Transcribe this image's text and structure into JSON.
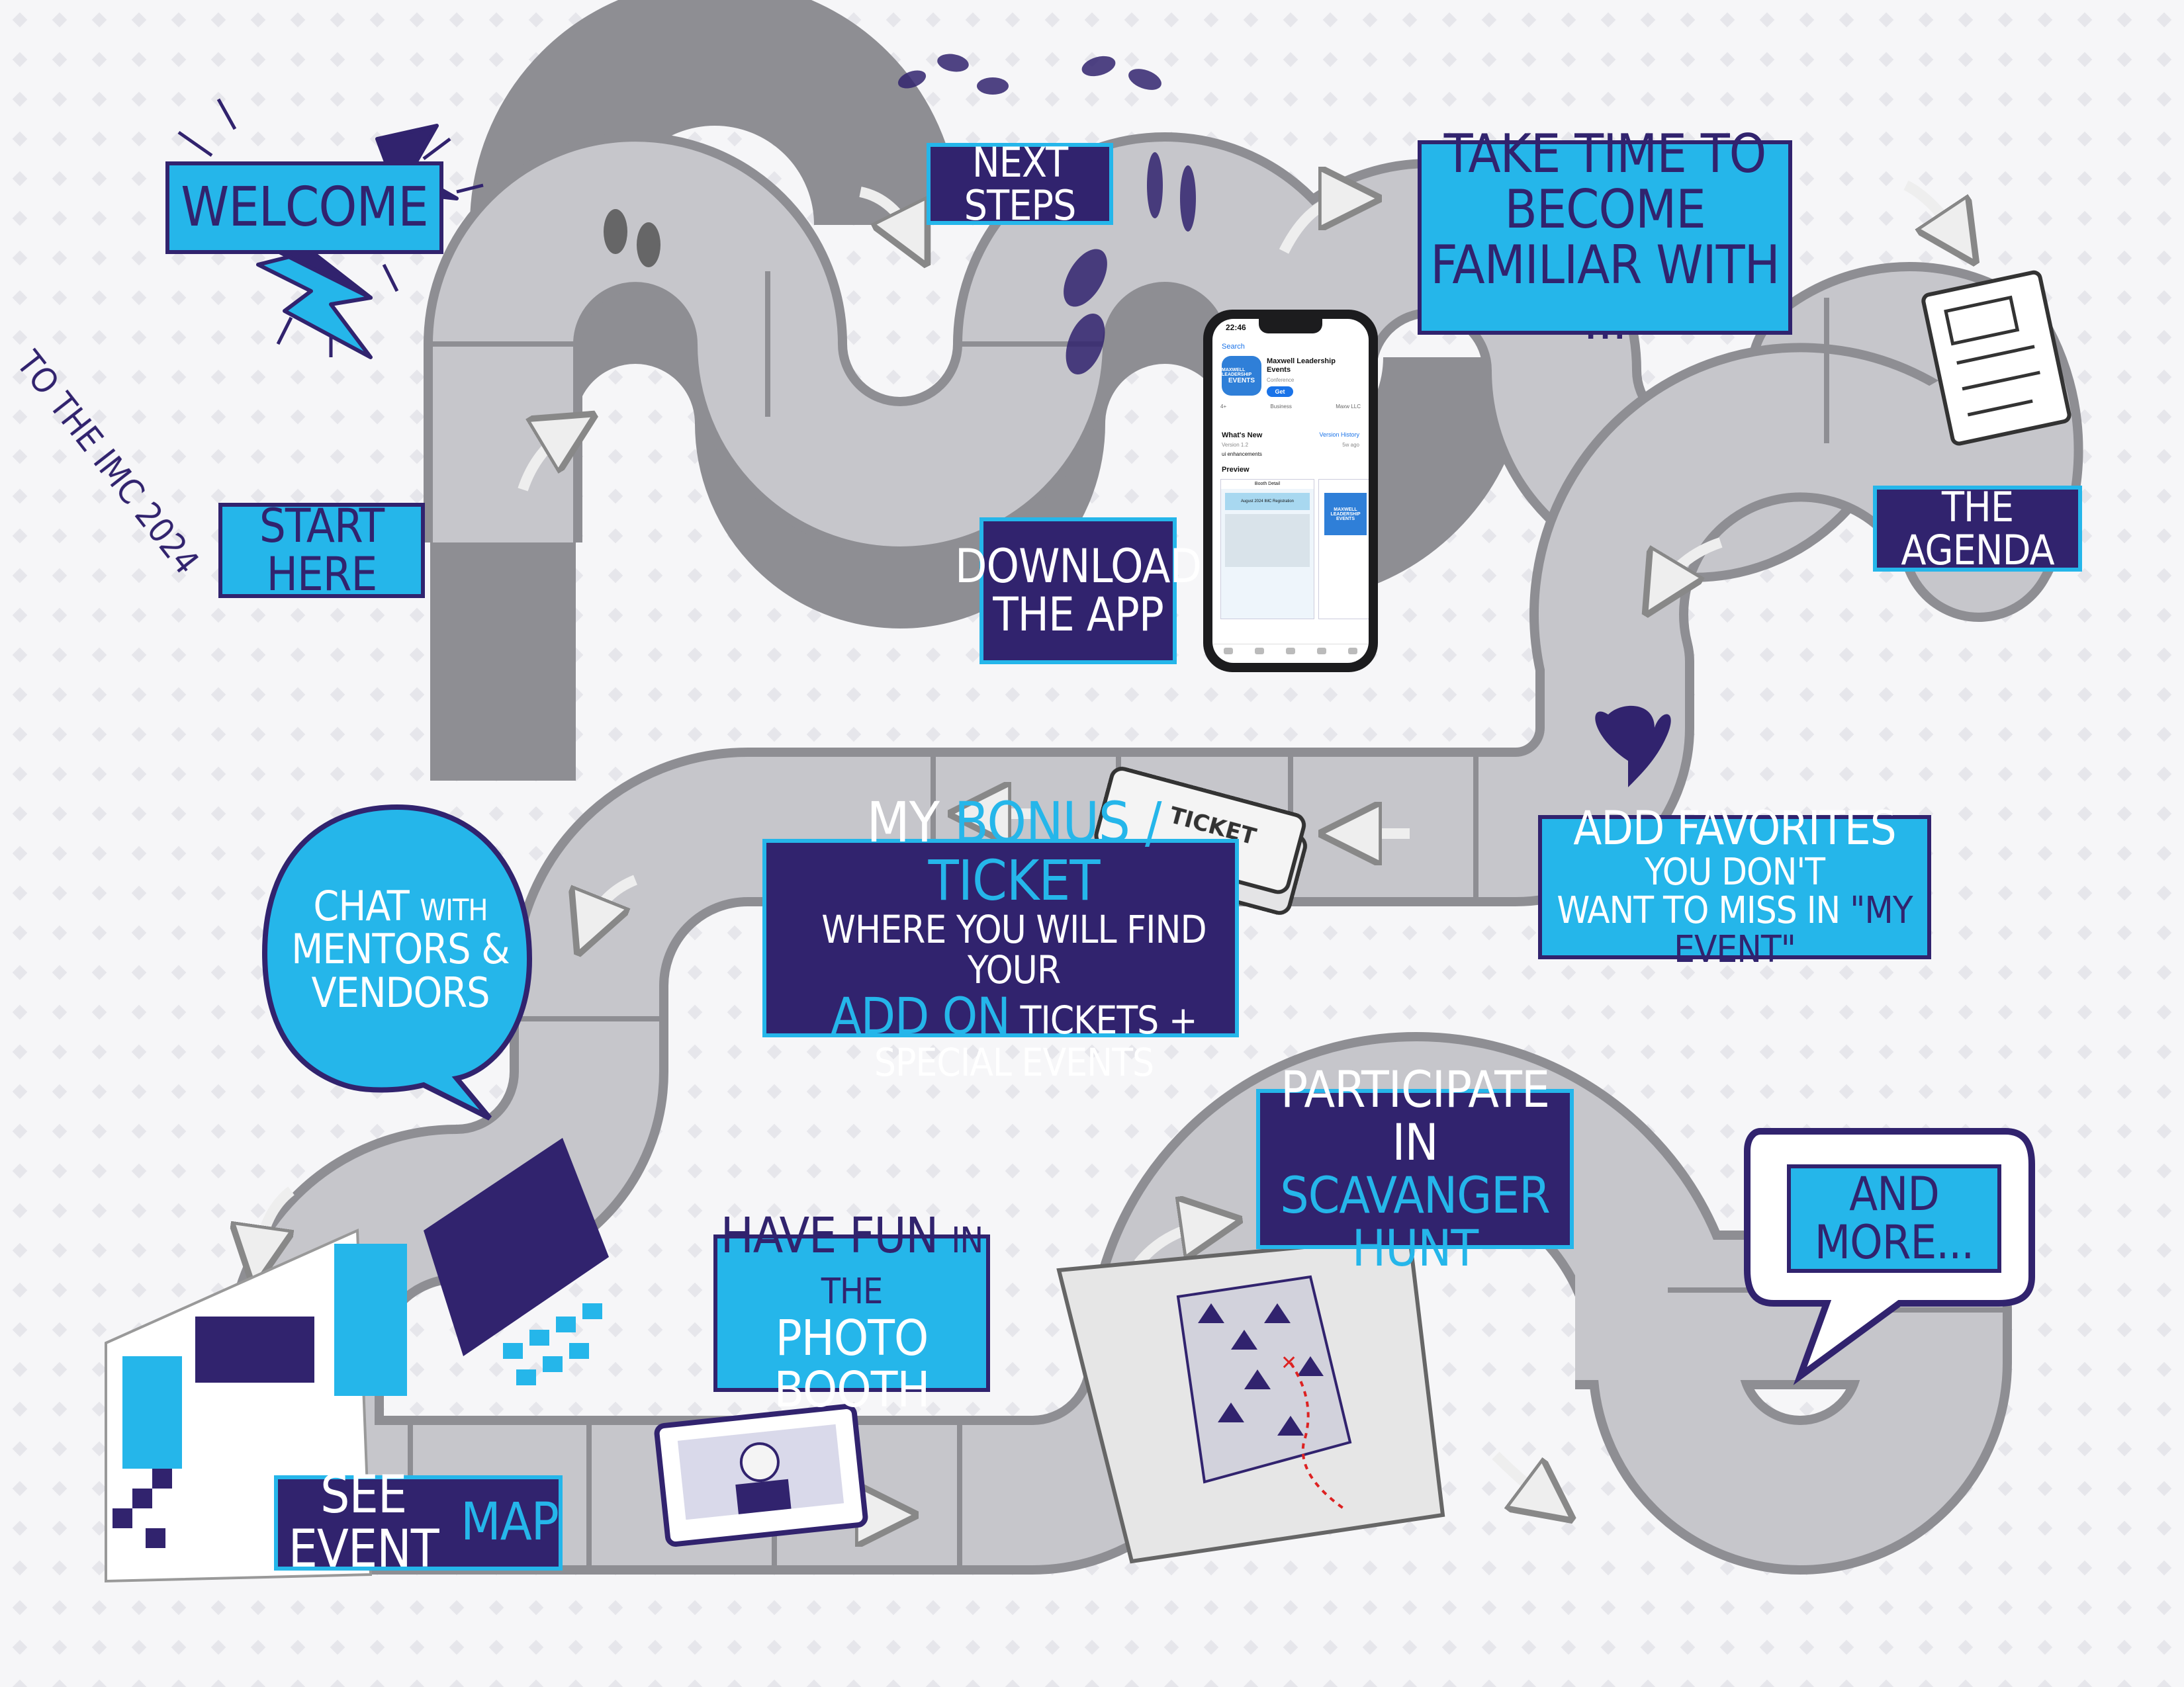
{
  "welcome": {
    "title": "WELCOME",
    "subtitle": "TO THE IMC 2024"
  },
  "steps": {
    "start": "START HERE",
    "next_steps": "NEXT STEPS",
    "download_1": "DOWNLOAD",
    "download_2": "THE APP",
    "familiar_1": "TAKE TIME TO BECOME",
    "familiar_2": "FAMILIAR WITH ...",
    "agenda": "THE AGENDA",
    "favorites_a": "ADD FAVORITES",
    "favorites_b": "YOU DON'T",
    "favorites_c": "WANT TO MISS IN",
    "favorites_d": "\"MY EVENT\"",
    "bonus_a": "MY",
    "bonus_b": "BONUS / TICKET",
    "bonus_c": "WHERE YOU WILL FIND YOUR",
    "bonus_d": "ADD ON",
    "bonus_e": "TICKETS + SPECIAL EVENTS",
    "chat_a": "CHAT",
    "chat_b": "WITH",
    "chat_c": "MENTORS &",
    "chat_d": "VENDORS",
    "map_a": "SEE EVENT",
    "map_b": "MAP",
    "photo_a": "HAVE FUN",
    "photo_b": "IN THE",
    "photo_c": "PHOTO BOOTH",
    "hunt_a": "PARTICIPATE IN",
    "hunt_b": "SCAVANGER HUNT",
    "more": "AND MORE..."
  },
  "decor": {
    "ticket_text": "TICKET"
  },
  "phone": {
    "time": "22:46",
    "back": "Search",
    "icon_small": "MAXWELL LEADERSHIP",
    "icon_big": "EVENTS",
    "app_name": "Maxwell Leadership Events",
    "category": "Conference",
    "get": "Get",
    "stat_1": "4+",
    "stat_2": "Business",
    "stat_3": "Maxw LLC",
    "whats_new": "What's New",
    "version_history": "Version History",
    "version": "Version 1.2",
    "ago": "5w ago",
    "note": "ui enhancements",
    "preview": "Preview",
    "shot_header": "Booth Detail",
    "shot_banner": "August 2024 IMC Registration",
    "shot_logo": "MAXWELL LEADERSHIP EVENTS"
  },
  "colors": {
    "navy": "#31236e",
    "cyan": "#25b6ea",
    "track": "#c6c6cb",
    "track_border": "#8e8e93",
    "background": "#f4f4f6"
  }
}
